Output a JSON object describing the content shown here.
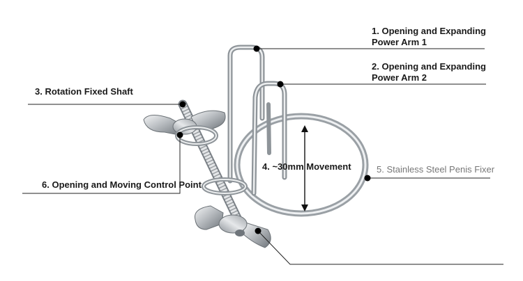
{
  "labels": {
    "arm1": "1. Opening and Expanding Power Arm 1",
    "arm1_line1": "1. Opening and Expanding",
    "arm1_line2": "Power Arm 1",
    "arm2_line1": "2. Opening and Expanding",
    "arm2_line2": "Power Arm 2",
    "shaft": "3. Rotation Fixed Shaft",
    "movement": "4. ~30mm Movement",
    "fixer": "5. Stainless Steel Penis Fixer",
    "control": "6. Opening and Moving Control Point"
  },
  "colors": {
    "text": "#1a1a1a",
    "grey_text": "#777777",
    "leader": "#222222",
    "metal": "#b8bcc0",
    "metal_dark": "#7c8186",
    "metal_light": "#eef0f2"
  }
}
